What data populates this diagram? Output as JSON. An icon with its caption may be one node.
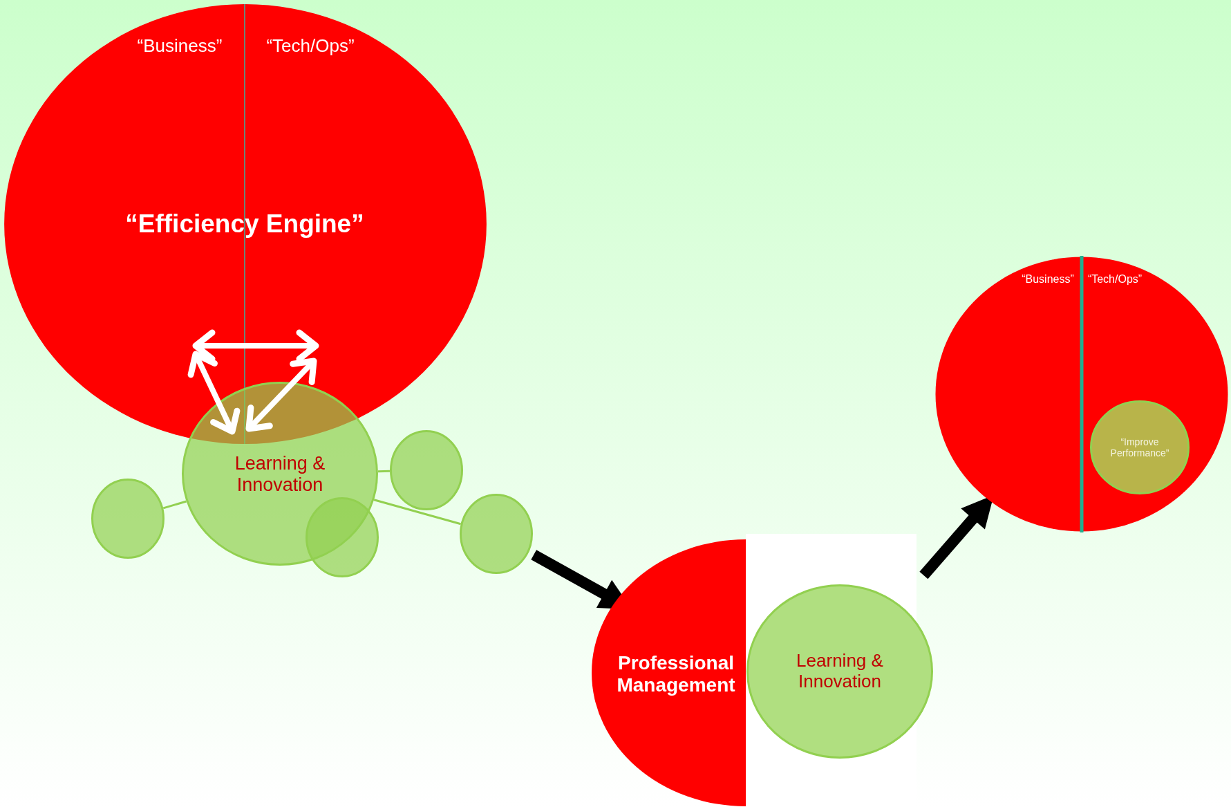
{
  "diagram": {
    "nodes": [
      {
        "text": [
          "“Efficiency Engine”"
        ]
      },
      {
        "text": [
          "“Business”"
        ],
        "in": 0
      },
      {
        "text": [
          "“Tech/Ops”"
        ],
        "in": 0
      },
      {
        "text": [
          "Learning & Innovation"
        ]
      },
      {
        "text": [],
        "shape": "circle"
      },
      {
        "text": [],
        "shape": "circle"
      },
      {
        "text": [],
        "shape": "circle"
      },
      {
        "text": [],
        "shape": "circle"
      },
      {
        "text": [
          "Professional Management"
        ]
      },
      {
        "text": [
          "Learning & Innovation"
        ]
      },
      {
        "text": [
          "“Business”",
          "“Tech/Ops”"
        ]
      },
      {
        "text": [
          "“Improve Performance”"
        ],
        "in": 10
      }
    ],
    "edges": [
      {
        "from": 3,
        "to": 4,
        "arrow": "none"
      },
      {
        "from": 3,
        "to": 5,
        "arrow": "none"
      },
      {
        "from": 3,
        "to": 7,
        "arrow": "none"
      },
      {
        "from": 7,
        "to": 8,
        "arrow": "to",
        "style": "thick",
        "color": "#000000"
      },
      {
        "from": 9,
        "to": 10,
        "arrow": "to",
        "style": "thick",
        "color": "#000000"
      },
      {
        "from": 1,
        "to": 2,
        "arrow": "both",
        "color": "#ffffff"
      },
      {
        "from": 1,
        "to": 3,
        "arrow": "both",
        "color": "#ffffff"
      },
      {
        "from": 2,
        "to": 3,
        "arrow": "both",
        "color": "#ffffff"
      }
    ]
  }
}
